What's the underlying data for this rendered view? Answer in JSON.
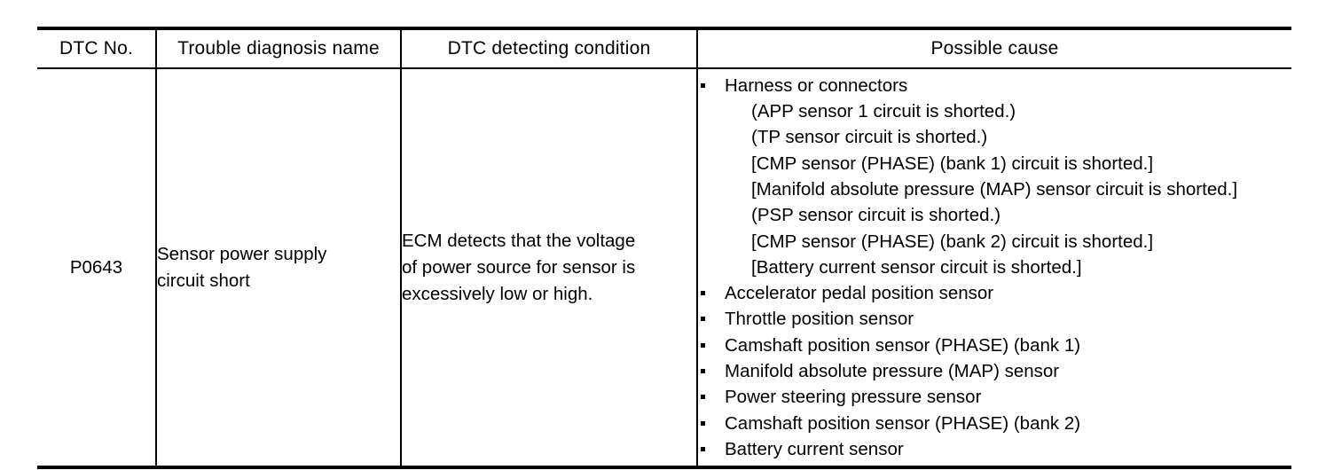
{
  "table": {
    "headers": [
      {
        "label": "DTC No.",
        "name": "header-dtc-no"
      },
      {
        "label": "Trouble diagnosis name",
        "name": "header-trouble-diagnosis-name"
      },
      {
        "label": "DTC detecting condition",
        "name": "header-dtc-detecting-condition"
      },
      {
        "label": "Possible cause",
        "name": "header-possible-cause"
      }
    ],
    "row": {
      "dtc_no": "P0643",
      "trouble_diagnosis_name": "Sensor power supply\ncircuit short",
      "trouble_diagnosis_name_lines": [
        "Sensor power supply",
        "circuit short"
      ],
      "dtc_detecting_condition_lines": [
        "ECM detects that the voltage",
        "of power source for sensor is",
        "excessively low or high."
      ],
      "possible_cause": [
        {
          "bullet": true,
          "text": "Harness or connectors",
          "sublines": [
            "(APP sensor 1 circuit is shorted.)",
            "(TP sensor circuit is shorted.)",
            "[CMP sensor (PHASE) (bank 1) circuit is shorted.]",
            "[Manifold absolute pressure (MAP) sensor circuit is shorted.]",
            "(PSP sensor circuit is shorted.)",
            "[CMP sensor (PHASE) (bank 2) circuit is shorted.]",
            "[Battery current sensor circuit is shorted.]"
          ]
        },
        {
          "bullet": true,
          "text": "Accelerator pedal position sensor",
          "sublines": []
        },
        {
          "bullet": true,
          "text": "Throttle position sensor",
          "sublines": []
        },
        {
          "bullet": true,
          "text": "Camshaft position sensor (PHASE) (bank 1)",
          "sublines": []
        },
        {
          "bullet": true,
          "text": "Manifold absolute pressure (MAP) sensor",
          "sublines": []
        },
        {
          "bullet": true,
          "text": "Power steering pressure sensor",
          "sublines": []
        },
        {
          "bullet": true,
          "text": "Camshaft position sensor (PHASE) (bank 2)",
          "sublines": []
        },
        {
          "bullet": true,
          "text": "Battery current sensor",
          "sublines": []
        }
      ]
    }
  },
  "colors": {
    "text": "#000000",
    "border": "#000000",
    "background": "#ffffff"
  }
}
